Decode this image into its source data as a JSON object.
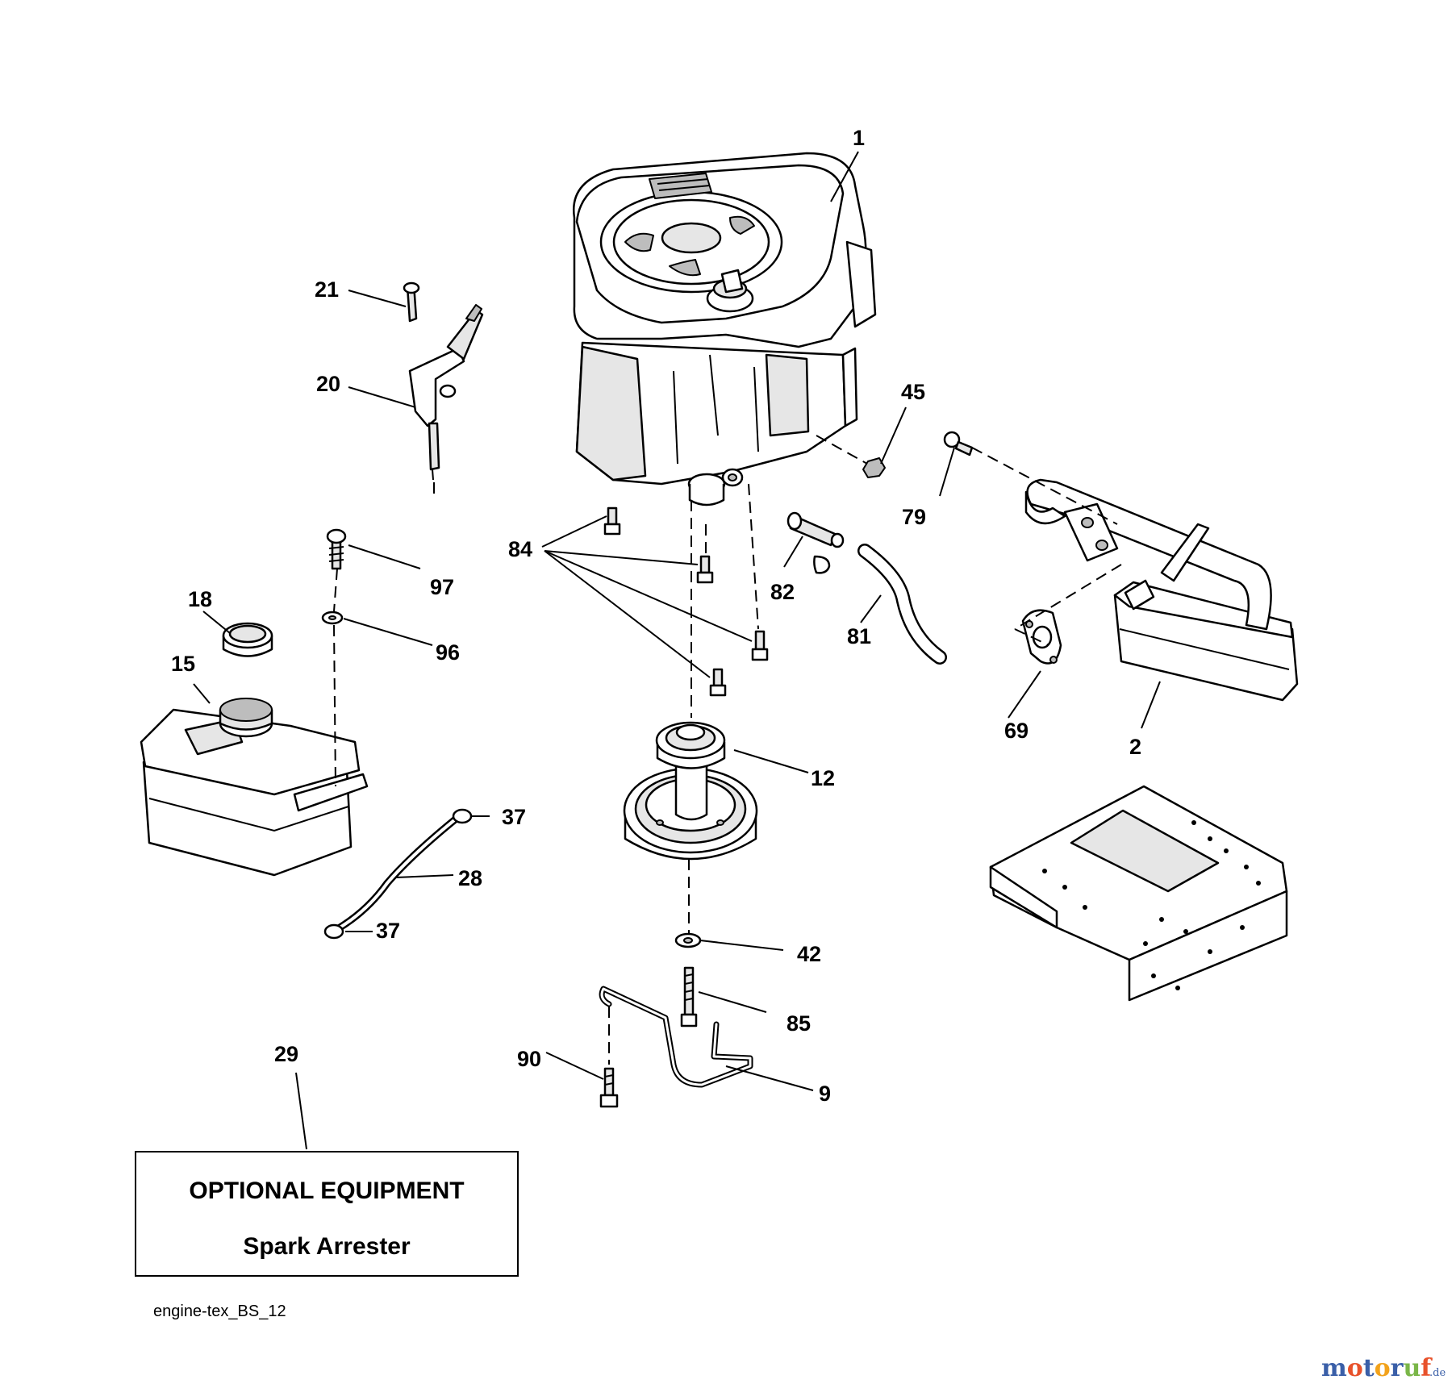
{
  "callouts": [
    {
      "id": "c1",
      "text": "1"
    },
    {
      "id": "c2",
      "text": "2"
    },
    {
      "id": "c9",
      "text": "9"
    },
    {
      "id": "c12",
      "text": "12"
    },
    {
      "id": "c15",
      "text": "15"
    },
    {
      "id": "c18",
      "text": "18"
    },
    {
      "id": "c20",
      "text": "20"
    },
    {
      "id": "c21",
      "text": "21"
    },
    {
      "id": "c28",
      "text": "28"
    },
    {
      "id": "c29",
      "text": "29"
    },
    {
      "id": "c37a",
      "text": "37"
    },
    {
      "id": "c37b",
      "text": "37"
    },
    {
      "id": "c42",
      "text": "42"
    },
    {
      "id": "c45",
      "text": "45"
    },
    {
      "id": "c69",
      "text": "69"
    },
    {
      "id": "c79",
      "text": "79"
    },
    {
      "id": "c81",
      "text": "81"
    },
    {
      "id": "c82",
      "text": "82"
    },
    {
      "id": "c84",
      "text": "84"
    },
    {
      "id": "c85",
      "text": "85"
    },
    {
      "id": "c90",
      "text": "90"
    },
    {
      "id": "c96",
      "text": "96"
    },
    {
      "id": "c97",
      "text": "97"
    }
  ],
  "optional_box": {
    "title": "OPTIONAL EQUIPMENT",
    "item": "Spark Arrester"
  },
  "filename": "engine-tex_BS_12",
  "watermark": {
    "brand": "motoruf",
    "suffix": ".de",
    "colors": [
      "#3a5fa8",
      "#e8522b",
      "#3a5fa8",
      "#f2a21b",
      "#3a5fa8",
      "#7ab648",
      "#e8522b"
    ]
  }
}
